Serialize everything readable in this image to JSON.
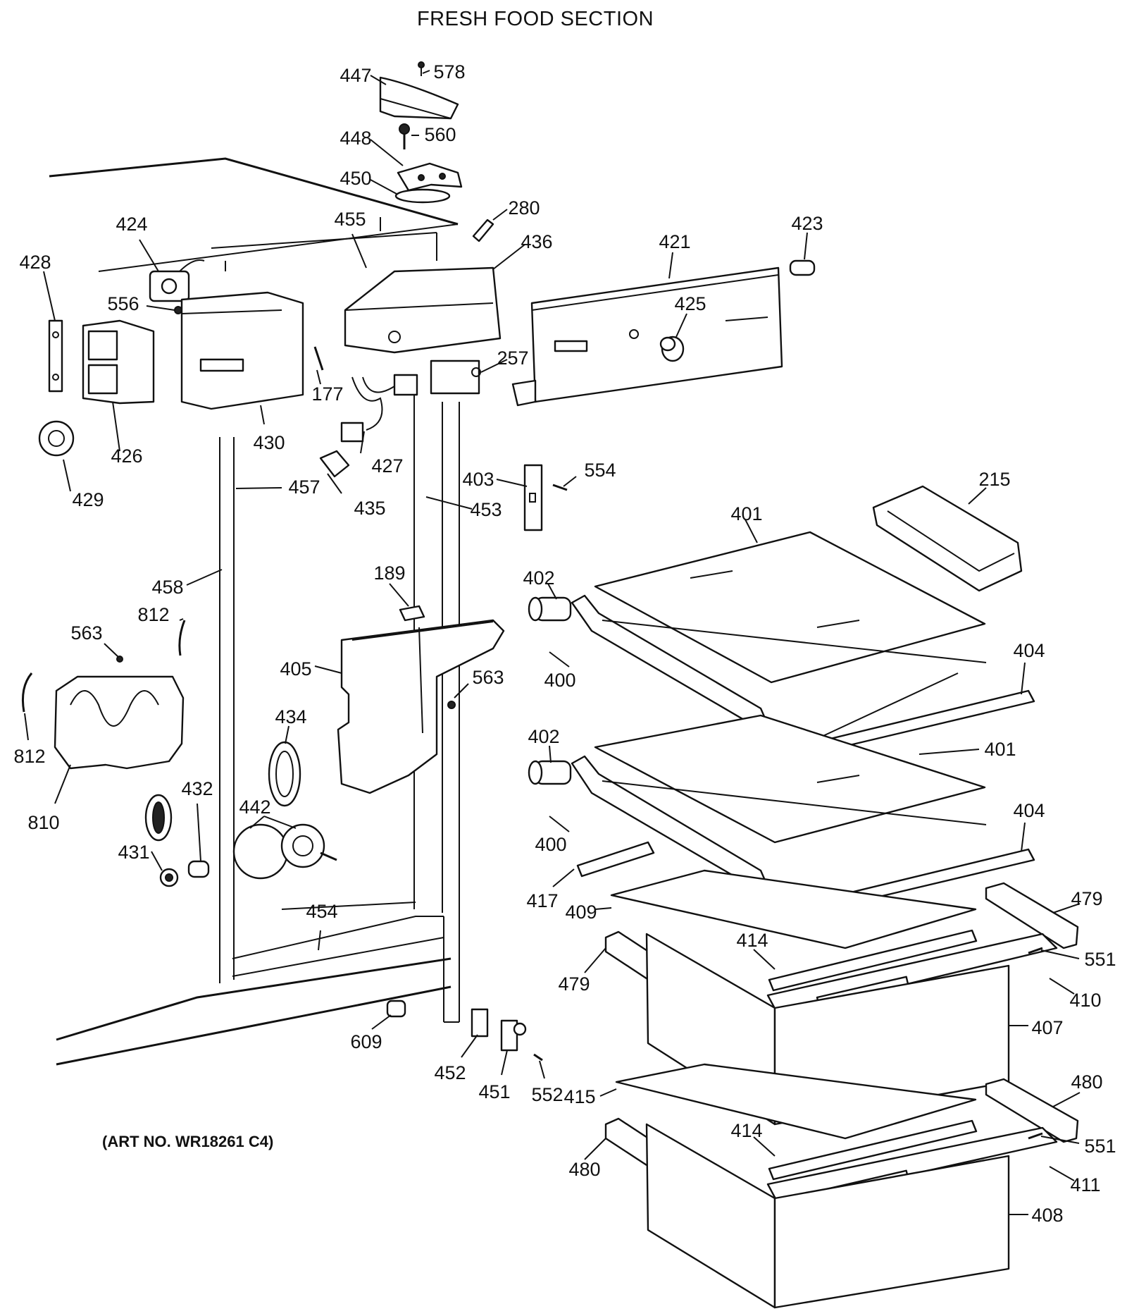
{
  "title": "FRESH FOOD SECTION",
  "art_number": "(ART NO. WR18261 C4)",
  "callouts": {
    "c447": "447",
    "c578": "578",
    "c448": "448",
    "c560": "560",
    "c450": "450",
    "c280": "280",
    "c424": "424",
    "c455": "455",
    "c436": "436",
    "c421": "421",
    "c423": "423",
    "c428": "428",
    "c556": "556",
    "c425": "425",
    "c257": "257",
    "c177": "177",
    "c426": "426",
    "c430": "430",
    "c427": "427",
    "c429": "429",
    "c457": "457",
    "c435": "435",
    "c403": "403",
    "c554": "554",
    "c453": "453",
    "c215": "215",
    "c401a": "401",
    "c458": "458",
    "c189": "189",
    "c402a": "402",
    "c812a": "812",
    "c563a": "563",
    "c405": "405",
    "c563b": "563",
    "c400a": "400",
    "c404a": "404",
    "c434": "434",
    "c812b": "812",
    "c402b": "402",
    "c401b": "401",
    "c810": "810",
    "c432": "432",
    "c442": "442",
    "c404b": "404",
    "c431": "431",
    "c400b": "400",
    "c454": "454",
    "c417": "417",
    "c409": "409",
    "c479a": "479",
    "c414a": "414",
    "c551a": "551",
    "c479b": "479",
    "c410": "410",
    "c407": "407",
    "c609": "609",
    "c452": "452",
    "c451": "451",
    "c552": "552",
    "c415": "415",
    "c480a": "480",
    "c414b": "414",
    "c551b": "551",
    "c480b": "480",
    "c411": "411",
    "c408": "408"
  }
}
